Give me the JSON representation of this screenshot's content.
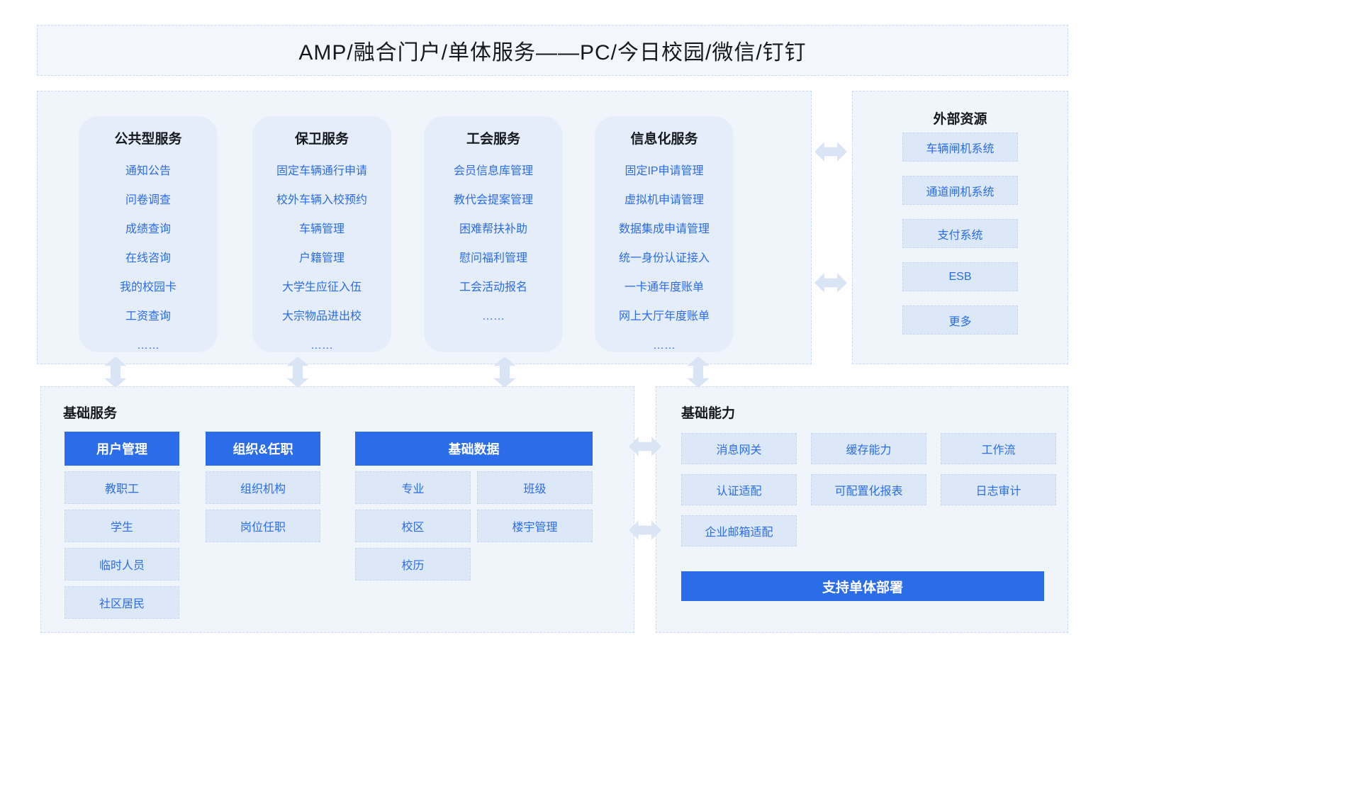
{
  "title": "AMP/融合门户/单体服务——PC/今日校园/微信/钉钉",
  "service_groups": [
    {
      "title": "公共型服务",
      "items": [
        "通知公告",
        "问卷调查",
        "成绩查询",
        "在线咨询",
        "我的校园卡",
        "工资查询",
        "……"
      ]
    },
    {
      "title": "保卫服务",
      "items": [
        "固定车辆通行申请",
        "校外车辆入校预约",
        "车辆管理",
        "户籍管理",
        "大学生应征入伍",
        "大宗物品进出校",
        "……"
      ]
    },
    {
      "title": "工会服务",
      "items": [
        "会员信息库管理",
        "教代会提案管理",
        "困难帮扶补助",
        "慰问福利管理",
        "工会活动报名",
        "……"
      ]
    },
    {
      "title": "信息化服务",
      "items": [
        "固定IP申请管理",
        "虚拟机申请管理",
        "数据集成申请管理",
        "统一身份认证接入",
        "一卡通年度账单",
        "网上大厅年度账单",
        "……"
      ]
    }
  ],
  "external_resources": {
    "title": "外部资源",
    "items": [
      "车辆闸机系统",
      "通道闸机系统",
      "支付系统",
      "ESB",
      "更多"
    ]
  },
  "base_services": {
    "title": "基础服务",
    "columns": [
      {
        "header": "用户管理",
        "items": [
          "教职工",
          "学生",
          "临时人员",
          "社区居民"
        ]
      },
      {
        "header": "组织&任职",
        "items": [
          "组织机构",
          "岗位任职"
        ]
      },
      {
        "header": "基础数据",
        "items": [
          "专业",
          "班级",
          "校区",
          "楼宇管理",
          "校历"
        ]
      }
    ]
  },
  "base_capabilities": {
    "title": "基础能力",
    "items": [
      "消息网关",
      "缓存能力",
      "工作流",
      "认证适配",
      "可配置化报表",
      "日志审计",
      "企业邮箱适配"
    ],
    "footer": "支持单体部署"
  },
  "colors": {
    "accent": "#2b6ce8",
    "panel_bg": "#f0f4fb",
    "column_bg": "#e4edf9",
    "item_bg": "#dce8f7",
    "dashed_border": "#ccdaf2",
    "arrow": "#d9e4f5"
  }
}
